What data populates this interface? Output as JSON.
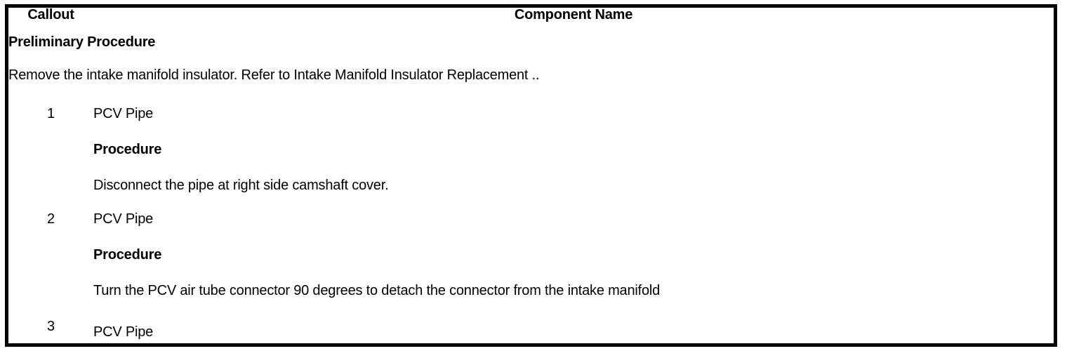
{
  "table": {
    "headers": {
      "callout": "Callout",
      "component_name": "Component Name"
    },
    "preliminary": {
      "heading": "Preliminary Procedure",
      "text": "Remove the intake manifold insulator. Refer to Intake Manifold Insulator Replacement .."
    },
    "rows": [
      {
        "callout": "1",
        "component": "PCV Pipe",
        "procedure_label": "Procedure",
        "procedure_text": "Disconnect the pipe at right side camshaft cover."
      },
      {
        "callout": "2",
        "component": "PCV Pipe",
        "procedure_label": "Procedure",
        "procedure_text": "Turn the PCV air tube connector 90 degrees to detach the connector from the intake manifold"
      },
      {
        "callout": "3",
        "component": "PCV Pipe"
      }
    ]
  },
  "colors": {
    "border": "#000000",
    "text": "#000000",
    "background": "#ffffff"
  }
}
